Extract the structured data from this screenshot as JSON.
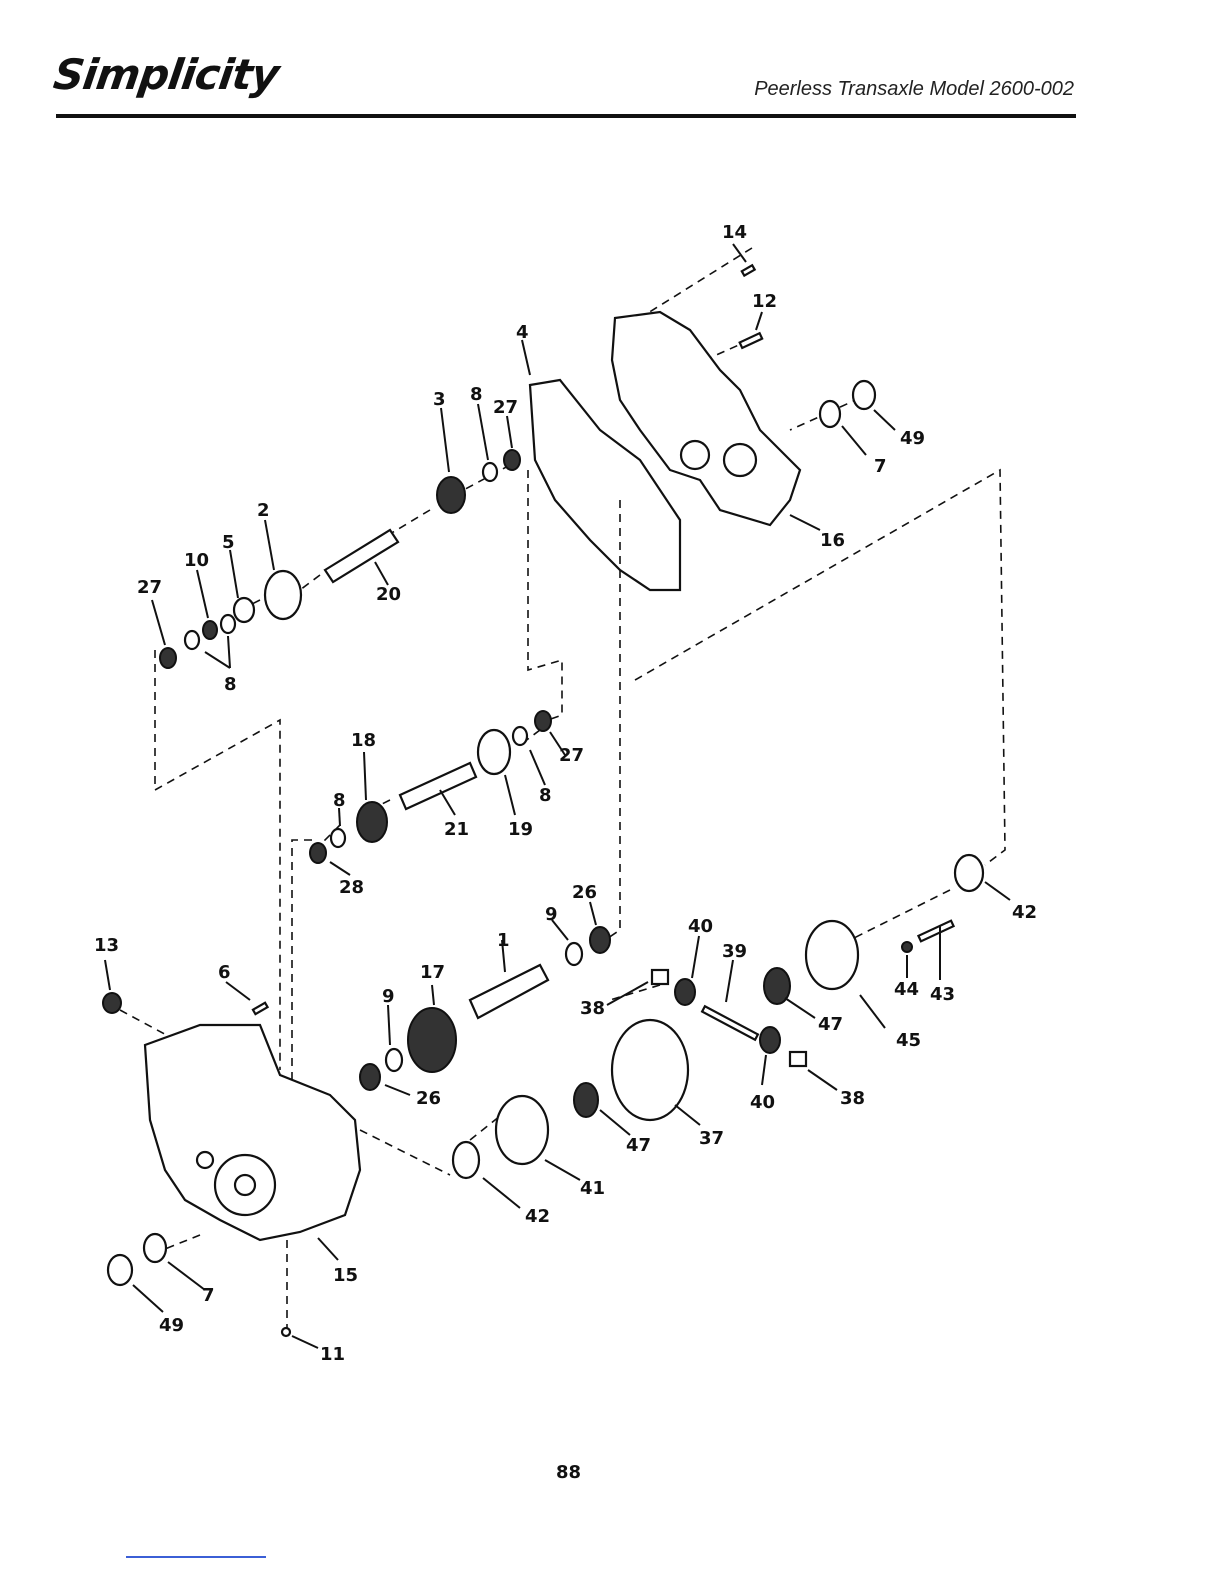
{
  "header": {
    "brand": "Simplicity",
    "title": "Peerless Transaxle Model 2600-002"
  },
  "footer": {
    "page_number": "88"
  },
  "callouts": [
    "14",
    "12",
    "4",
    "3",
    "8",
    "27",
    "49",
    "7",
    "16",
    "2",
    "5",
    "10",
    "27",
    "8",
    "20",
    "18",
    "8",
    "19",
    "21",
    "27",
    "8",
    "28",
    "26",
    "9",
    "1",
    "17",
    "9",
    "13",
    "6",
    "26",
    "40",
    "39",
    "38",
    "47",
    "45",
    "42",
    "44",
    "43",
    "38",
    "40",
    "37",
    "47",
    "41",
    "42",
    "15",
    "7",
    "49",
    "11"
  ]
}
